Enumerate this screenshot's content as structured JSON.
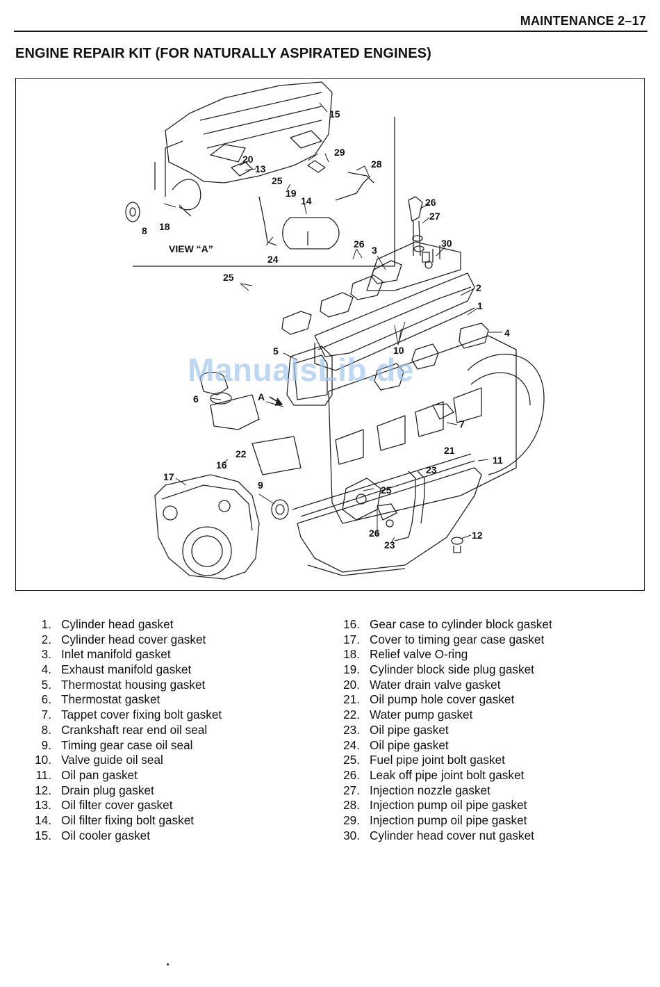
{
  "header": {
    "section": "MAINTENANCE 2–17"
  },
  "title": "ENGINE REPAIR KIT (FOR NATURALLY ASPIRATED ENGINES)",
  "figure": {
    "view_label": "VIEW “A”",
    "arrow_label": "A",
    "watermark": "ManualsLib.de",
    "callouts": {
      "c1": "1",
      "c2": "2",
      "c3": "3",
      "c4": "4",
      "c5": "5",
      "c6": "6",
      "c7": "7",
      "c8": "8",
      "c9": "9",
      "c10": "10",
      "c11": "11",
      "c12": "12",
      "c13": "13",
      "c14": "14",
      "c15": "15",
      "c16": "16",
      "c17": "17",
      "c18": "18",
      "c19": "19",
      "c20": "20",
      "c21": "21",
      "c22": "22",
      "c23a": "23",
      "c23b": "23",
      "c24": "24",
      "c25a": "25",
      "c25b": "25",
      "c25c": "25",
      "c26a": "26",
      "c26b": "26",
      "c26c": "26",
      "c27": "27",
      "c28": "28",
      "c29": "29",
      "c30": "30"
    }
  },
  "parts_left": [
    {
      "num": "1.",
      "name": "Cylinder head gasket"
    },
    {
      "num": "2.",
      "name": "Cylinder head cover gasket"
    },
    {
      "num": "3.",
      "name": "Inlet manifold gasket"
    },
    {
      "num": "4.",
      "name": "Exhaust manifold gasket"
    },
    {
      "num": "5.",
      "name": "Thermostat housing gasket"
    },
    {
      "num": "6.",
      "name": "Thermostat gasket"
    },
    {
      "num": "7.",
      "name": "Tappet cover fixing bolt gasket"
    },
    {
      "num": "8.",
      "name": "Crankshaft rear end oil seal"
    },
    {
      "num": "9.",
      "name": "Timing gear case oil seal"
    },
    {
      "num": "10.",
      "name": "Valve guide oil seal"
    },
    {
      "num": "11.",
      "name": "Oil pan gasket"
    },
    {
      "num": "12.",
      "name": "Drain plug gasket"
    },
    {
      "num": "13.",
      "name": "Oil filter cover gasket"
    },
    {
      "num": "14.",
      "name": "Oil filter fixing bolt gasket"
    },
    {
      "num": "15.",
      "name": "Oil cooler gasket"
    }
  ],
  "parts_right": [
    {
      "num": "16.",
      "name": "Gear case to cylinder block gasket"
    },
    {
      "num": "17.",
      "name": "Cover to timing gear case gasket"
    },
    {
      "num": "18.",
      "name": "Relief valve O-ring"
    },
    {
      "num": "19.",
      "name": "Cylinder block side plug gasket"
    },
    {
      "num": "20.",
      "name": "Water drain valve gasket"
    },
    {
      "num": "21.",
      "name": "Oil pump hole cover gasket"
    },
    {
      "num": "22.",
      "name": "Water pump gasket"
    },
    {
      "num": "23.",
      "name": "Oil pipe gasket"
    },
    {
      "num": "24.",
      "name": "Oil pipe gasket"
    },
    {
      "num": "25.",
      "name": "Fuel pipe joint bolt gasket"
    },
    {
      "num": "26.",
      "name": "Leak off pipe joint bolt gasket"
    },
    {
      "num": "27.",
      "name": "Injection nozzle gasket"
    },
    {
      "num": "28.",
      "name": "Injection pump oil pipe gasket"
    },
    {
      "num": "29.",
      "name": "Injection pump oil pipe gasket"
    },
    {
      "num": "30.",
      "name": "Cylinder head cover nut gasket"
    }
  ]
}
